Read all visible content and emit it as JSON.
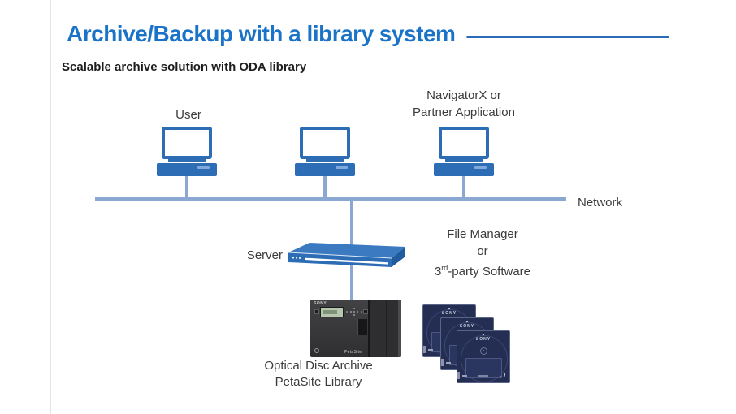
{
  "header": {
    "title": "Archive/Backup with a library system",
    "subtitle": "Scalable archive solution with ODA library"
  },
  "network": {
    "label": "Network"
  },
  "nodes": {
    "user_label": "User",
    "app_label_line1": "NavigatorX or",
    "app_label_line2": "Partner Application",
    "server_label": "Server",
    "software_line1": "File Manager",
    "software_line2": "or",
    "software_line3_num": "3",
    "software_line3_sup": "rd",
    "software_line3_rest": "-party Software",
    "library_label_line1": "Optical Disc Archive",
    "library_label_line2": "PetaSite Library"
  },
  "devices": {
    "library_brand": "SONY",
    "library_model": "PetaSite",
    "cartridge_brand": "SONY",
    "workstation_count": 3,
    "cartridge_count": 3
  },
  "colors": {
    "accent_blue": "#1b73c8",
    "icon_blue": "#2d6db5",
    "connector_blue": "#8aa8d2",
    "cartridge_navy": "#242e52",
    "device_gray": "#3a3a3c"
  }
}
